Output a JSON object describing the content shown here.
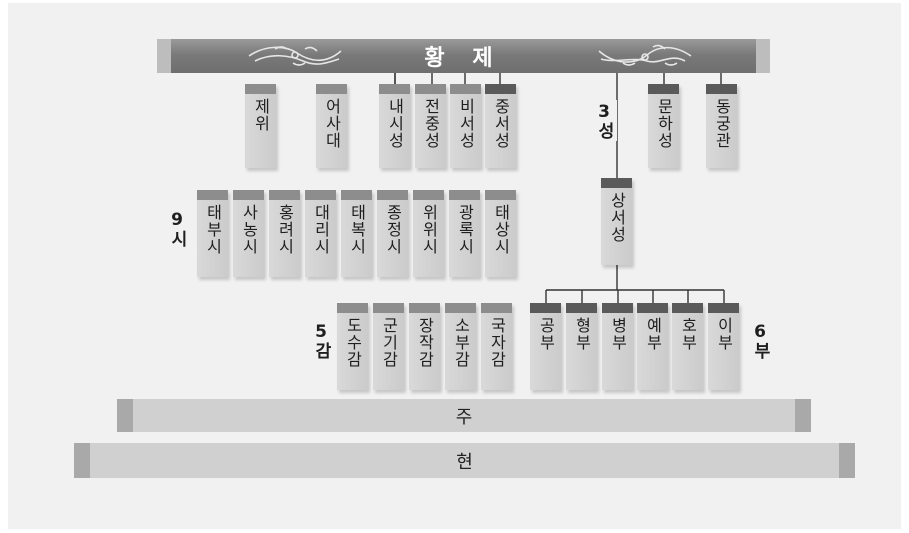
{
  "top": {
    "label": "황 제"
  },
  "level1": {
    "left": [
      {
        "label": "제위"
      },
      {
        "label": "어사대"
      }
    ],
    "middle": [
      {
        "label": "내시성"
      },
      {
        "label": "전중성"
      },
      {
        "label": "비서성"
      },
      {
        "label": "중서성"
      }
    ],
    "right": [
      {
        "label": "문하성"
      },
      {
        "label": "동궁관"
      }
    ]
  },
  "sam_seong": {
    "label": "3성"
  },
  "sangseo": {
    "label": "상서성"
  },
  "gu_si": {
    "label": "9시",
    "items": [
      {
        "label": "태부시"
      },
      {
        "label": "사농시"
      },
      {
        "label": "홍려시"
      },
      {
        "label": "대리시"
      },
      {
        "label": "태복시"
      },
      {
        "label": "종정시"
      },
      {
        "label": "위위시"
      },
      {
        "label": "광록시"
      },
      {
        "label": "태상시"
      }
    ]
  },
  "o_gam": {
    "label": "5감",
    "items": [
      {
        "label": "도수감"
      },
      {
        "label": "군기감"
      },
      {
        "label": "장작감"
      },
      {
        "label": "소부감"
      },
      {
        "label": "국자감"
      }
    ]
  },
  "yuk_bu": {
    "label": "6부",
    "items": [
      {
        "label": "공부"
      },
      {
        "label": "형부"
      },
      {
        "label": "병부"
      },
      {
        "label": "예부"
      },
      {
        "label": "호부"
      },
      {
        "label": "이부"
      }
    ]
  },
  "ju": {
    "label": "주"
  },
  "hyeon": {
    "label": "현"
  }
}
